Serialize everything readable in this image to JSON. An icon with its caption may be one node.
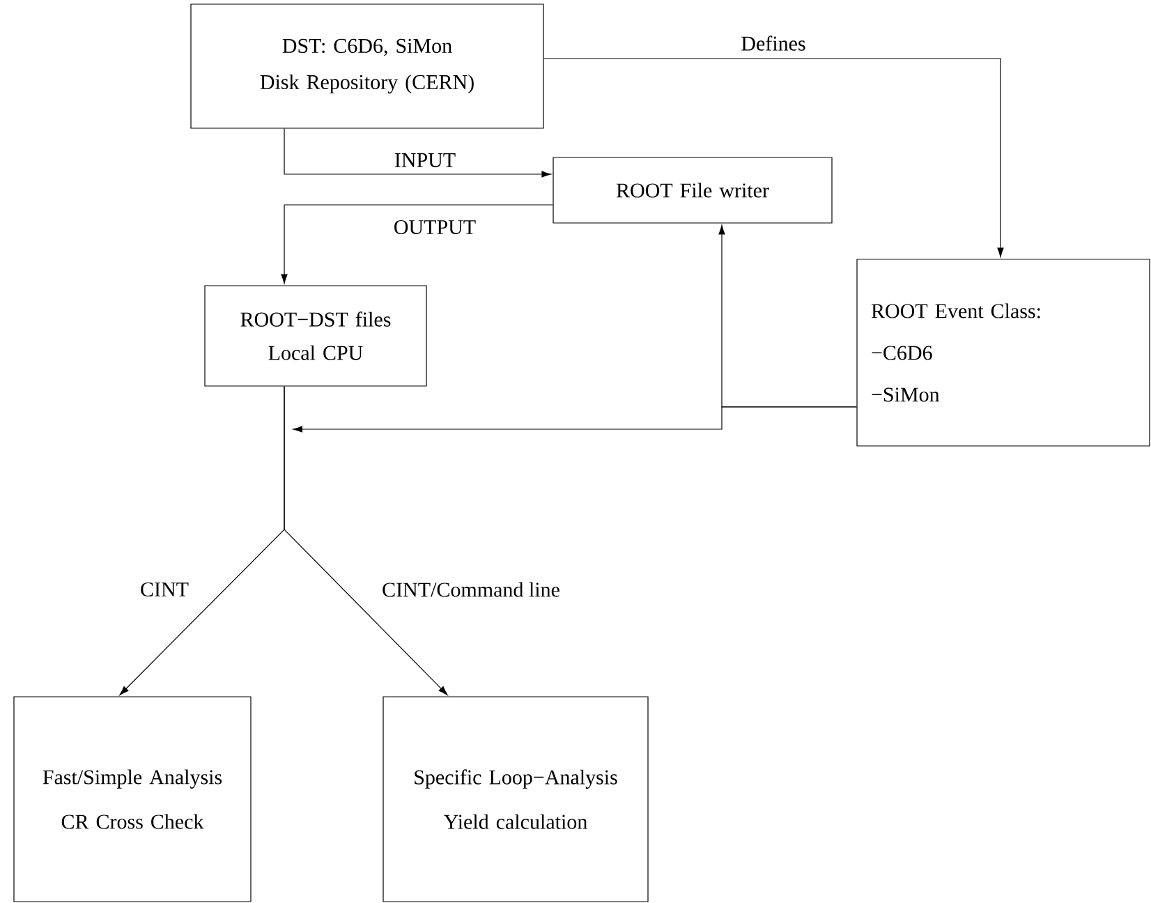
{
  "diagram": {
    "nodes": [
      {
        "text": [
          "DST: C6D6, SiMon",
          "Disk Repository (CERN)"
        ]
      },
      {
        "text": [
          "ROOT File writer"
        ]
      },
      {
        "text": [
          "ROOT−DST files",
          "Local CPU"
        ]
      },
      {
        "text": [
          "ROOT Event Class:",
          "−C6D6",
          "−SiMon"
        ]
      },
      {
        "text": [
          "Fast/Simple Analysis",
          "CR Cross Check"
        ]
      },
      {
        "text": [
          "Specific Loop−Analysis",
          "Yield calculation"
        ]
      }
    ],
    "edges": [
      {
        "from": 0,
        "to": 1,
        "arrow": "to",
        "label": "INPUT"
      },
      {
        "from": 1,
        "to": 2,
        "arrow": "to",
        "label": "OUTPUT"
      },
      {
        "from": 0,
        "to": 3,
        "arrow": "to",
        "label": "Defines"
      },
      {
        "from": 3,
        "to": 1,
        "arrow": "to"
      },
      {
        "from": 3,
        "to": null,
        "arrow": "to"
      },
      {
        "from": 2,
        "to": 4,
        "arrow": "to",
        "label": "CINT"
      },
      {
        "from": 2,
        "to": 5,
        "arrow": "to",
        "label": "CINT/Command line"
      }
    ]
  }
}
